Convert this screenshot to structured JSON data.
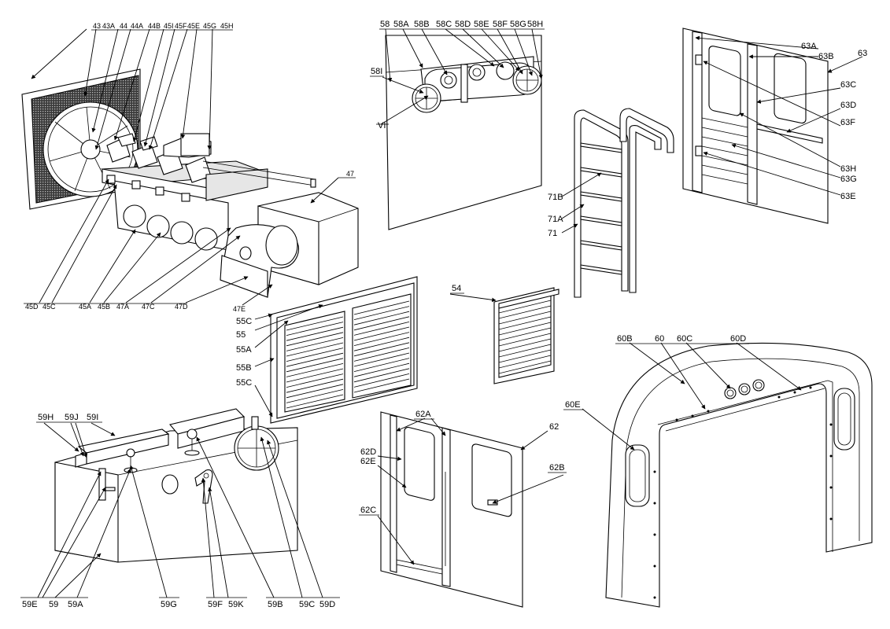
{
  "sheet": {
    "labels": {
      "l43": "43",
      "l43A": "43A",
      "l44": "44",
      "l44A": "44A",
      "l44B": "44B",
      "l45I": "45I",
      "l45F": "45F",
      "l45E": "45E",
      "l45G": "45G",
      "l45H": "45H",
      "l47": "47",
      "l45D": "45D",
      "l45C": "45C",
      "l45A": "45A",
      "l45B": "45B",
      "l47A": "47A",
      "l47C": "47C",
      "l47D": "47D",
      "l47E": "47E",
      "l58": "58",
      "l58A": "58A",
      "l58B": "58B",
      "l58C": "58C",
      "l58D": "58D",
      "l58E": "58E",
      "l58F": "58F",
      "l58G": "58G",
      "l58H": "58H",
      "l58I": "58I",
      "lVI": "VI",
      "l63": "63",
      "l63A": "63A",
      "l63B": "63B",
      "l63C": "63C",
      "l63D": "63D",
      "l63F": "63F",
      "l63H": "63H",
      "l63G": "63G",
      "l63E": "63E",
      "l71B": "71B",
      "l71A": "71A",
      "l71": "71",
      "l54": "54",
      "l55C1": "55C",
      "l55": "55",
      "l55A": "55A",
      "l55B": "55B",
      "l55C2": "55C",
      "l60B": "60B",
      "l60": "60",
      "l60C": "60C",
      "l60D": "60D",
      "l60E": "60E",
      "l59H": "59H",
      "l59J": "59J",
      "l59I": "59I",
      "l59E": "59E",
      "l59": "59",
      "l59A": "59A",
      "l59G": "59G",
      "l59F": "59F",
      "l59K": "59K",
      "l59B": "59B",
      "l59C": "59C",
      "l59D": "59D",
      "l62": "62",
      "l62A": "62A",
      "l62D": "62D",
      "l62E": "62E",
      "l62B": "62B",
      "l62C": "62C"
    }
  }
}
